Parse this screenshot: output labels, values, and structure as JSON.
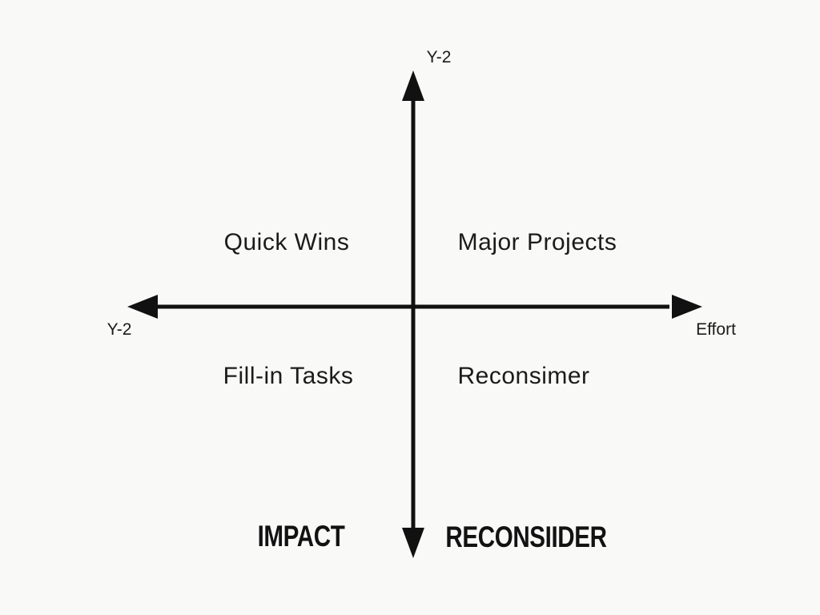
{
  "matrix": {
    "axes": {
      "y_top_label": "Y-2",
      "x_left_label": "Y-2",
      "x_right_label": "Effort",
      "line_color": "#111111"
    },
    "quadrants": {
      "top_left": "Quick Wins",
      "top_right": "Major Projects",
      "bottom_left": "Fill-in Tasks",
      "bottom_right": "Reconsimer"
    },
    "footer": {
      "left": "IMPACT",
      "right": "RECONSIIDER"
    }
  }
}
